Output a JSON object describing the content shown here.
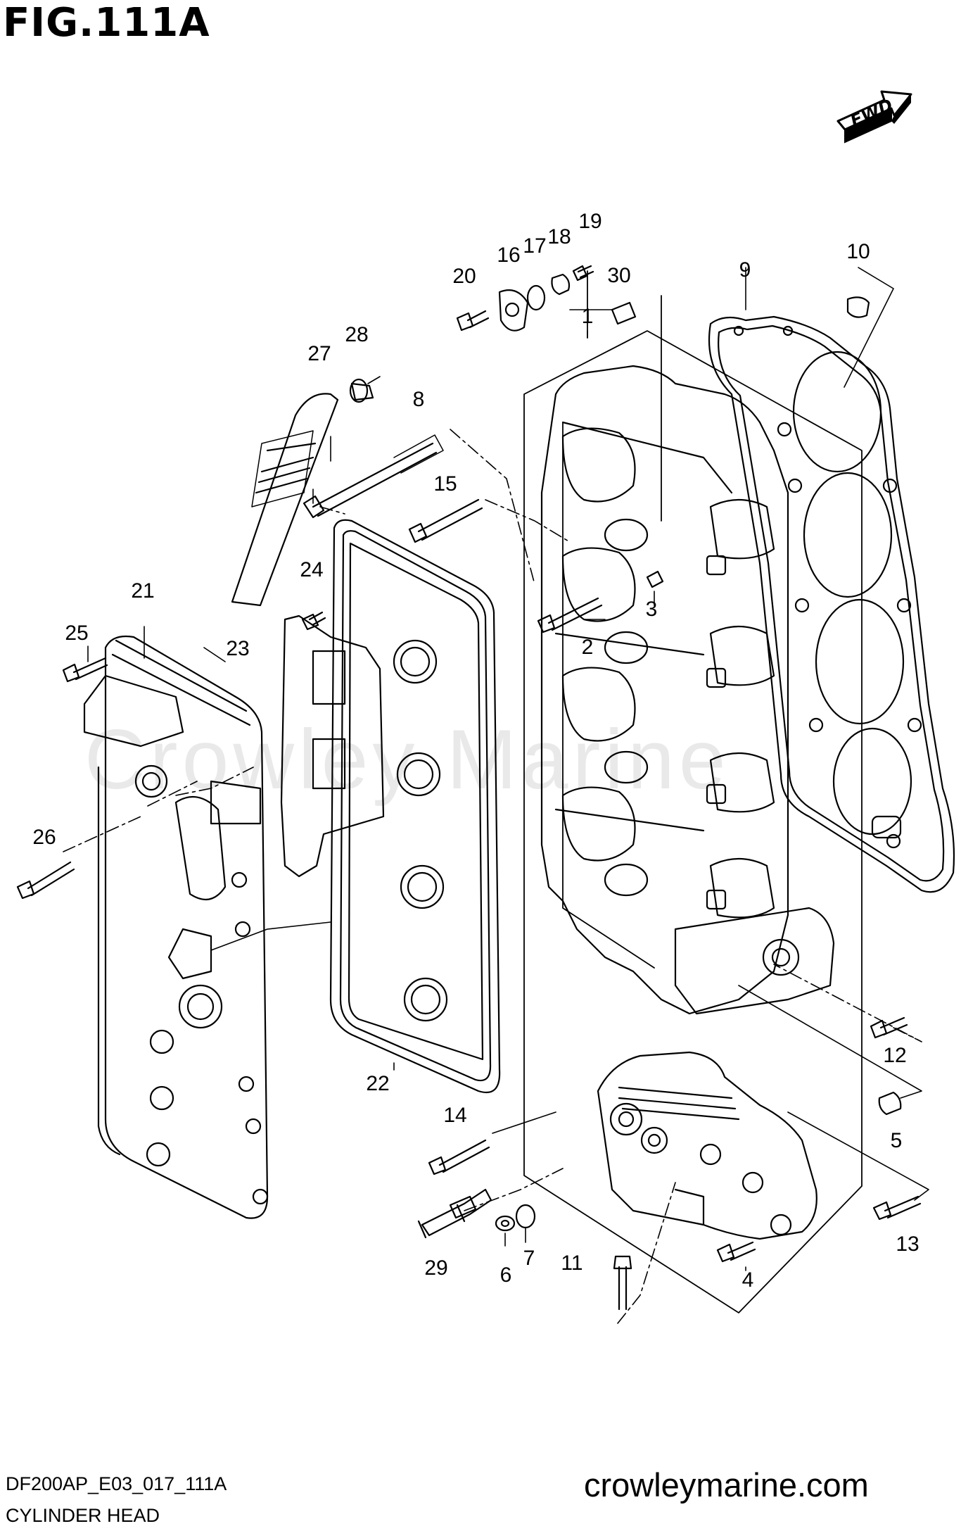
{
  "figure": {
    "title": "FIG.111A",
    "code": "DF200AP_E03_017_111A",
    "name": "CYLINDER HEAD",
    "site": "crowleymarine.com",
    "watermark": "Crowley Marine",
    "fwd_label": "FWD"
  },
  "callouts": [
    {
      "id": "1",
      "label": "1"
    },
    {
      "id": "2",
      "label": "2"
    },
    {
      "id": "3",
      "label": "3"
    },
    {
      "id": "4",
      "label": "4"
    },
    {
      "id": "5",
      "label": "5"
    },
    {
      "id": "6",
      "label": "6"
    },
    {
      "id": "7",
      "label": "7"
    },
    {
      "id": "8",
      "label": "8"
    },
    {
      "id": "9",
      "label": "9"
    },
    {
      "id": "10",
      "label": "10"
    },
    {
      "id": "11",
      "label": "11"
    },
    {
      "id": "12",
      "label": "12"
    },
    {
      "id": "13",
      "label": "13"
    },
    {
      "id": "14",
      "label": "14"
    },
    {
      "id": "15",
      "label": "15"
    },
    {
      "id": "16",
      "label": "16"
    },
    {
      "id": "17",
      "label": "17"
    },
    {
      "id": "18",
      "label": "18"
    },
    {
      "id": "19",
      "label": "19"
    },
    {
      "id": "20",
      "label": "20"
    },
    {
      "id": "21",
      "label": "21"
    },
    {
      "id": "22",
      "label": "22"
    },
    {
      "id": "23",
      "label": "23"
    },
    {
      "id": "24",
      "label": "24"
    },
    {
      "id": "25",
      "label": "25"
    },
    {
      "id": "26",
      "label": "26"
    },
    {
      "id": "27",
      "label": "27"
    },
    {
      "id": "28",
      "label": "28"
    },
    {
      "id": "29",
      "label": "29"
    },
    {
      "id": "30",
      "label": "30"
    }
  ]
}
